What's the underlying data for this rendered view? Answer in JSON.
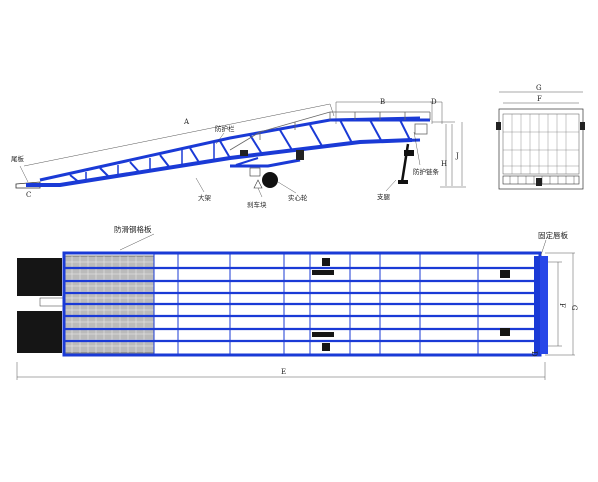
{
  "side_view": {
    "labels": {
      "tail_plate": "尾板",
      "guardrail": "防护栏",
      "frame": "大架",
      "hand_pump": "刹车块",
      "solid_wheel": "实心轮",
      "guard_chain": "防护链条",
      "leg": "支腿"
    },
    "dims": {
      "A": "A",
      "B": "B",
      "C": "C",
      "D": "D",
      "H": "H",
      "J": "J"
    }
  },
  "front_view": {
    "dims": {
      "G": "G",
      "F": "F"
    }
  },
  "top_view": {
    "labels": {
      "anti_skid_plate": "防滑钢格板",
      "fixed_lip": "固定唇板"
    },
    "dims": {
      "E": "E",
      "F": "F",
      "G": "G",
      "D": "D"
    }
  },
  "colors": {
    "frame": "#1a3ad6",
    "line": "#333333"
  }
}
